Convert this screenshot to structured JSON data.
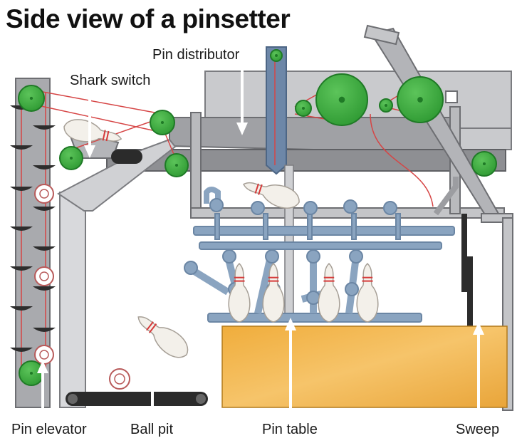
{
  "title": "Side view of a pinsetter",
  "labels": {
    "pin_distributor": "Pin distributor",
    "shark_switch": "Shark switch",
    "pin_elevator": "Pin elevator",
    "ball_pit": "Ball pit",
    "pin_table": "Pin table",
    "sweep": "Sweep"
  },
  "colors": {
    "frame": "#a9aaae",
    "frame_dark": "#6f7075",
    "frame_light": "#d2d3d6",
    "gear": "#39a83c",
    "gear_hub": "#1f7a26",
    "table": "#8aa4c0",
    "lane": "#f4b84e",
    "belt": "#dd3333",
    "pin": "#f3f0ea",
    "pin_stripe": "#d63a3a",
    "conveyor": "#2a2a2a"
  }
}
